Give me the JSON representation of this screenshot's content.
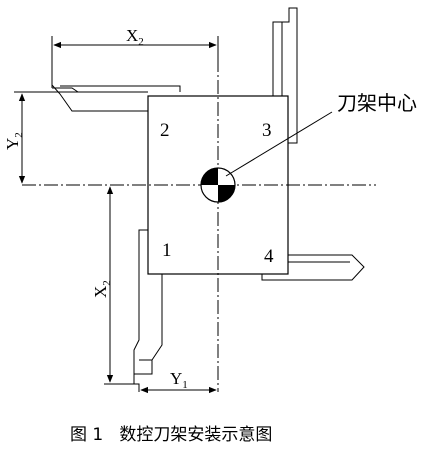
{
  "diagram": {
    "positions": [
      "1",
      "2",
      "3",
      "4"
    ],
    "dim_x_top": {
      "main": "X",
      "sub": "2"
    },
    "dim_y_left": {
      "main": "Y",
      "sub": "2"
    },
    "dim_x_left": {
      "main": "X",
      "sub": "2"
    },
    "dim_y_bottom": {
      "main": "Y",
      "sub": "1"
    },
    "center_label": "刀架中心",
    "caption": "图 1   数控刀架安装示意图"
  }
}
